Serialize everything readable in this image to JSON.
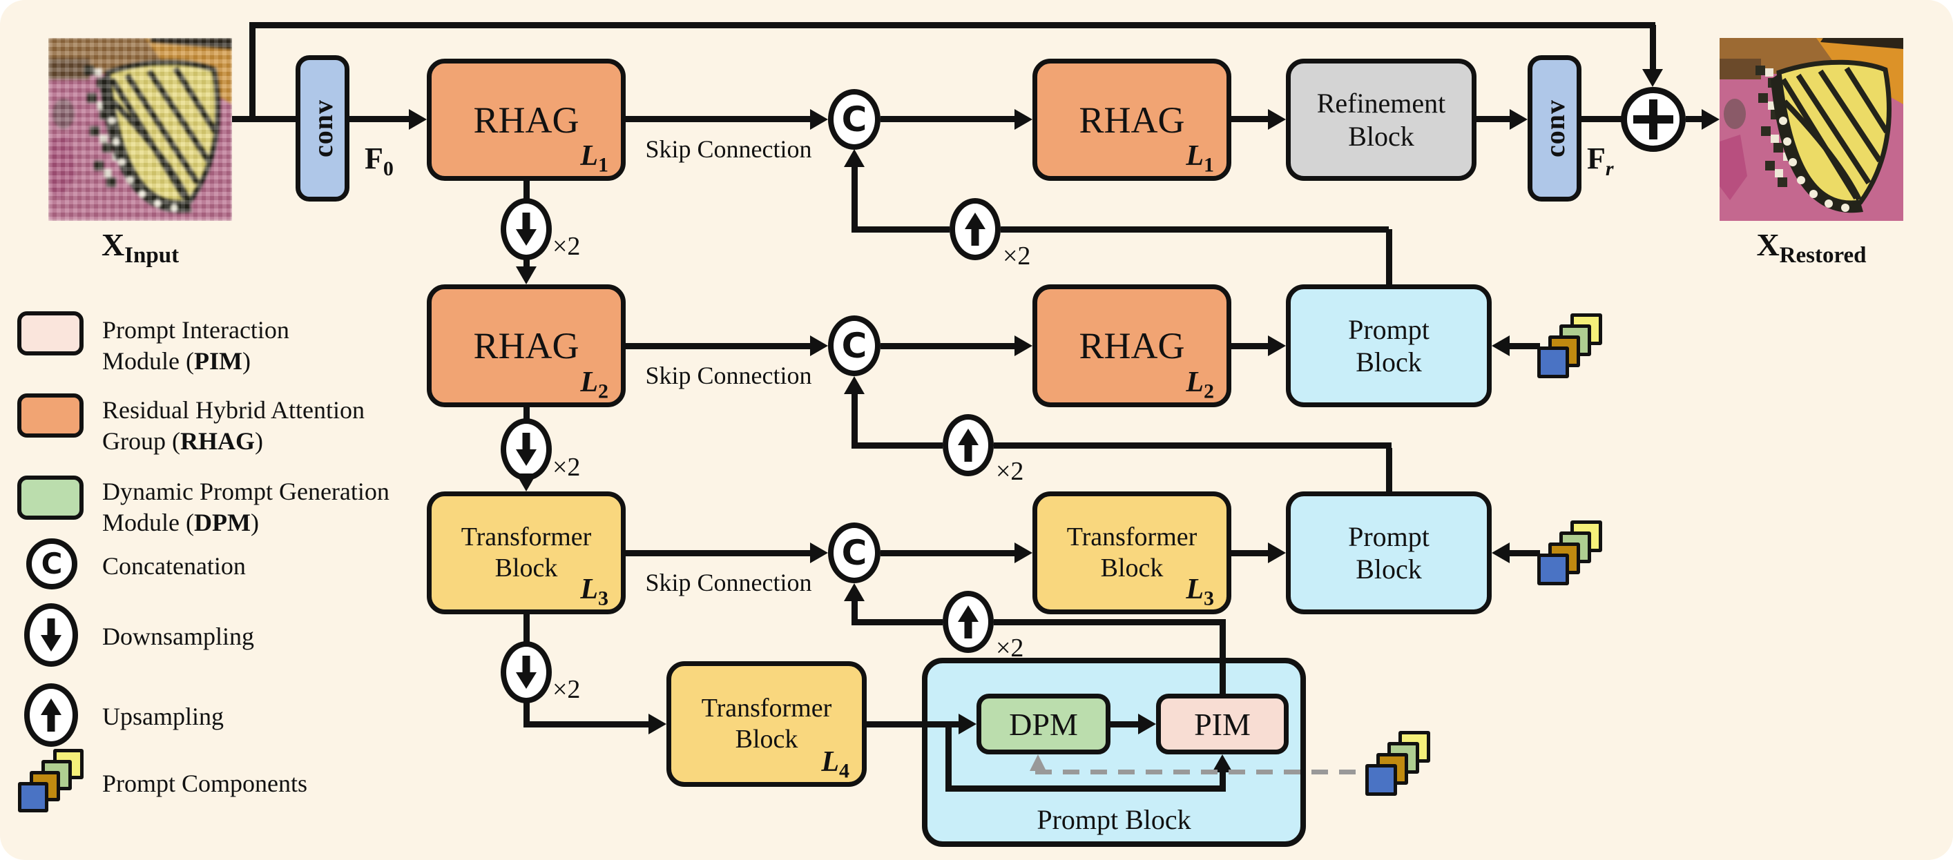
{
  "colors": {
    "background": "#FCF4E6",
    "line": "#111111",
    "dashed": "#999999",
    "rhag": "#F1A473",
    "transformer": "#F9D77E",
    "prompt_block": "#C9EEF9",
    "refinement": "#D4D4D4",
    "conv": "#AFC7E8",
    "dpm": "#BBDDAD",
    "pim": "#F8DDD3",
    "pim_legend": "#FAE5DC",
    "square_yellow": "#F5F07A",
    "square_green": "#AFCE91",
    "square_gold": "#C08A10",
    "square_blue": "#4A73C4"
  },
  "blocks": {
    "conv": "conv",
    "rhag": "RHAG",
    "refinement_line1": "Refinement",
    "refinement_line2": "Block",
    "transformer_line1": "Transformer",
    "transformer_line2": "Block",
    "prompt_line1": "Prompt",
    "prompt_line2": "Block",
    "prompt_block_label": "Prompt Block",
    "dpm": "DPM",
    "pim": "PIM"
  },
  "labels": {
    "level_base": "L",
    "level_1": "1",
    "level_2": "2",
    "level_3": "3",
    "level_4": "4",
    "skip_connection": "Skip Connection",
    "times2": "×2",
    "concat": "C",
    "f_base": "F",
    "f0_sub": "0",
    "fr_sub": "r",
    "x_base": "X",
    "x_input_sub": "Input",
    "x_restored_sub": "Restored"
  },
  "legend": {
    "pim_line1": "Prompt Interaction",
    "pim_line2_pre": "Module (",
    "pim_line2_bold": "PIM",
    "pim_line2_post": ")",
    "rhag_line1": "Residual Hybrid Attention",
    "rhag_line2_pre": "Group (",
    "rhag_line2_bold": "RHAG",
    "rhag_line2_post": ")",
    "dpm_line1": "Dynamic Prompt Generation",
    "dpm_line2_pre": "Module (",
    "dpm_line2_bold": "DPM",
    "dpm_line2_post": ")",
    "concatenation": "Concatenation",
    "downsampling": "Downsampling",
    "upsampling": "Upsampling",
    "prompt_components": "Prompt Components"
  }
}
